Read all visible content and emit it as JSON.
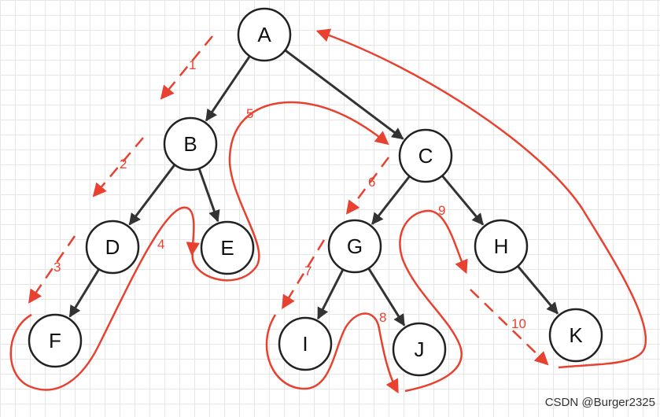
{
  "colors": {
    "edge": "#333333",
    "node_stroke": "#222222",
    "traversal": "#e8412f"
  },
  "nodes": [
    {
      "id": "A",
      "label": "A"
    },
    {
      "id": "B",
      "label": "B"
    },
    {
      "id": "C",
      "label": "C"
    },
    {
      "id": "D",
      "label": "D"
    },
    {
      "id": "E",
      "label": "E"
    },
    {
      "id": "G",
      "label": "G"
    },
    {
      "id": "H",
      "label": "H"
    },
    {
      "id": "F",
      "label": "F"
    },
    {
      "id": "I",
      "label": "I"
    },
    {
      "id": "J",
      "label": "J"
    },
    {
      "id": "K",
      "label": "K"
    }
  ],
  "edges": [
    {
      "from": "A",
      "to": "B"
    },
    {
      "from": "A",
      "to": "C"
    },
    {
      "from": "B",
      "to": "D"
    },
    {
      "from": "B",
      "to": "E"
    },
    {
      "from": "D",
      "to": "F"
    },
    {
      "from": "C",
      "to": "G"
    },
    {
      "from": "C",
      "to": "H"
    },
    {
      "from": "G",
      "to": "I"
    },
    {
      "from": "G",
      "to": "J"
    },
    {
      "from": "H",
      "to": "K"
    }
  ],
  "steps": [
    {
      "label": "1"
    },
    {
      "label": "2"
    },
    {
      "label": "3"
    },
    {
      "label": "4"
    },
    {
      "label": "5"
    },
    {
      "label": "6"
    },
    {
      "label": "7"
    },
    {
      "label": "8"
    },
    {
      "label": "9"
    },
    {
      "label": "10"
    }
  ],
  "watermark": "CSDN @Burger2325"
}
